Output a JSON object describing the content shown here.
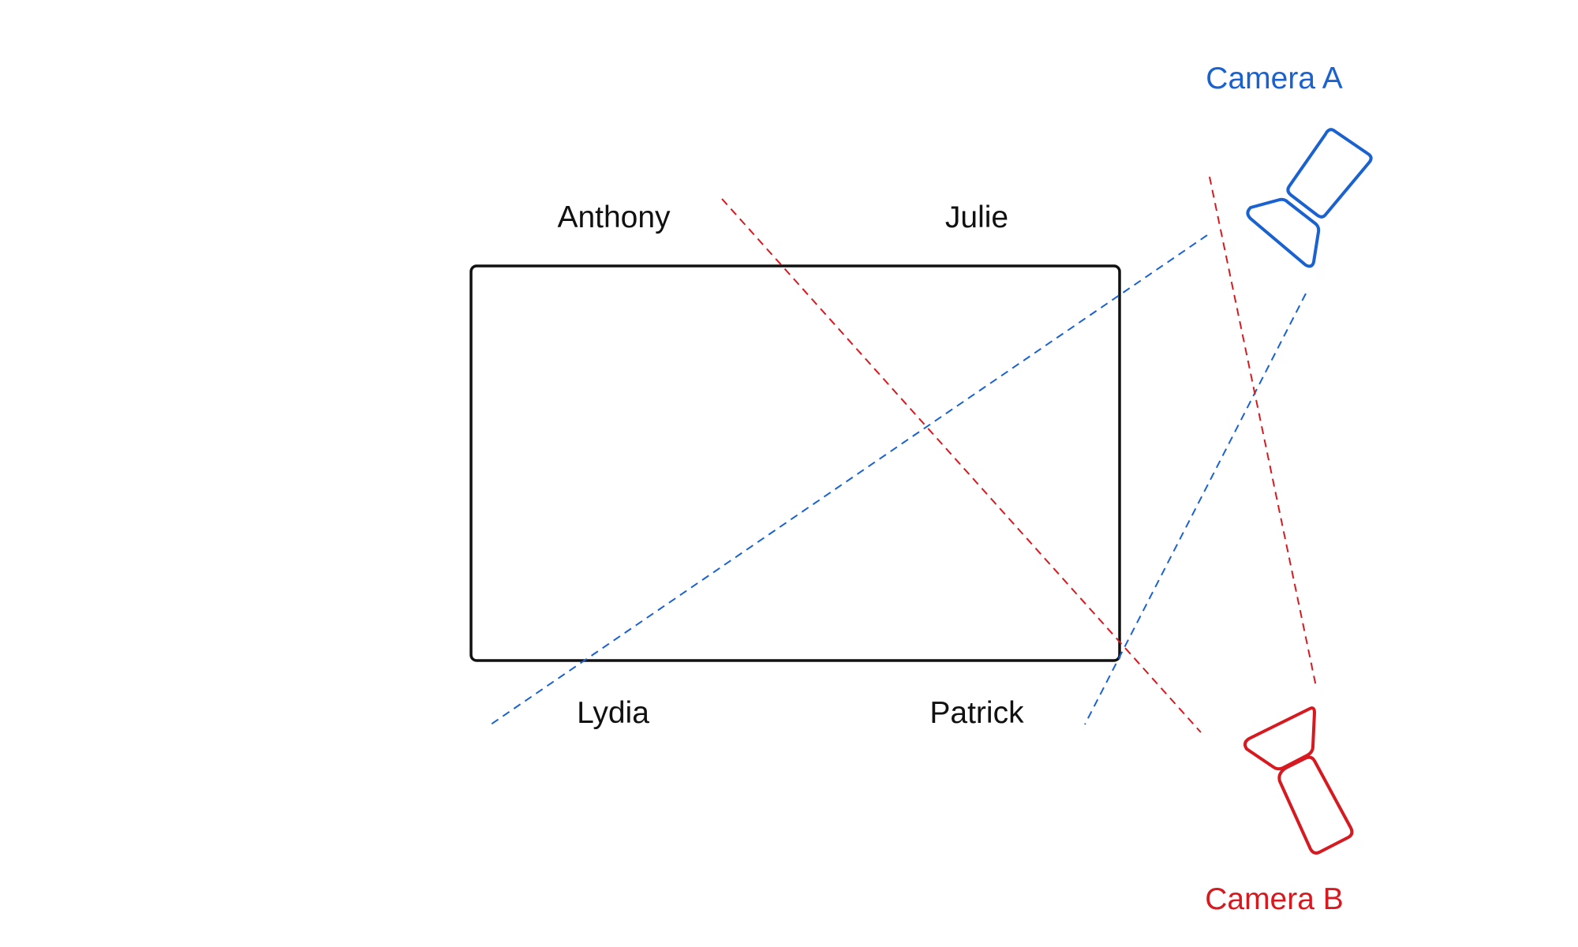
{
  "colors": {
    "camera_a": "#1a62d0",
    "camera_b": "#d71920",
    "table": "#111111",
    "text": "#111111"
  },
  "people": {
    "top_left": "Anthony",
    "top_right": "Julie",
    "bottom_left": "Lydia",
    "bottom_right": "Patrick"
  },
  "cameras": {
    "a": {
      "label": "Camera A"
    },
    "b": {
      "label": "Camera B"
    }
  }
}
